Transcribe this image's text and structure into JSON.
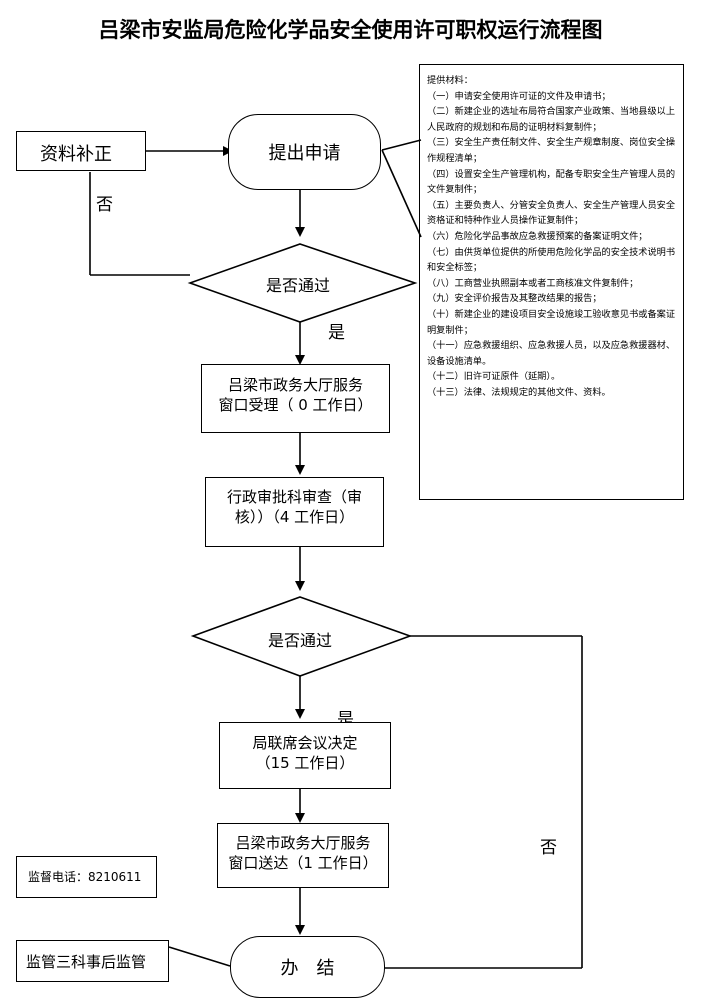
{
  "title": "吕梁市安监局危险化学品安全使用许可职权运行流程图",
  "nodes": {
    "submit": "提出申请",
    "supplement": "资料补正",
    "check1": "是否通过",
    "accept": [
      "吕梁市政务大厅服务",
      "窗口受理（ 0 工作日）"
    ],
    "review": [
      "行政审批科审查（审",
      "核））（4 工作日）"
    ],
    "check2": "是否通过",
    "decision": [
      "局联席会议决定",
      "（15 工作日）"
    ],
    "deliver": [
      "吕梁市政务大厅服务",
      "窗口送达（1 工作日）"
    ],
    "finish": "办　结",
    "phone": "监督电话：8210611",
    "supervise": "监管三科事后监管"
  },
  "labels": {
    "no1": "否",
    "yes1": "是",
    "yes2": "是",
    "no2": "否"
  },
  "materials": {
    "heading": "提供材料：",
    "items": [
      "（一）申请安全使用许可证的文件及申请书；",
      "（二）新建企业的选址布局符合国家产业政策、当地县级以上人民政府的规划和布局的证明材料复制件；",
      "（三）安全生产责任制文件、安全生产规章制度、岗位安全操作规程清单；",
      "（四）设置安全生产管理机构，配备专职安全生产管理人员的文件复制件；",
      "（五）主要负责人、分管安全负责人、安全生产管理人员安全资格证和特种作业人员操作证复制件；",
      "（六）危险化学品事故应急救援预案的备案证明文件；",
      "（七）由供货单位提供的所使用危险化学品的安全技术说明书和安全标签；",
      "（八）工商营业执照副本或者工商核准文件复制件；",
      "（九）安全评价报告及其整改结果的报告；",
      "（十）新建企业的建设项目安全设施竣工验收意见书或备案证明复制件；",
      "（十一）应急救援组织、应急救援人员，以及应急救援器材、设备设施清单。",
      "（十二）旧许可证原件（延期）。",
      "（十三）法律、法规规定的其他文件、资料。"
    ]
  }
}
